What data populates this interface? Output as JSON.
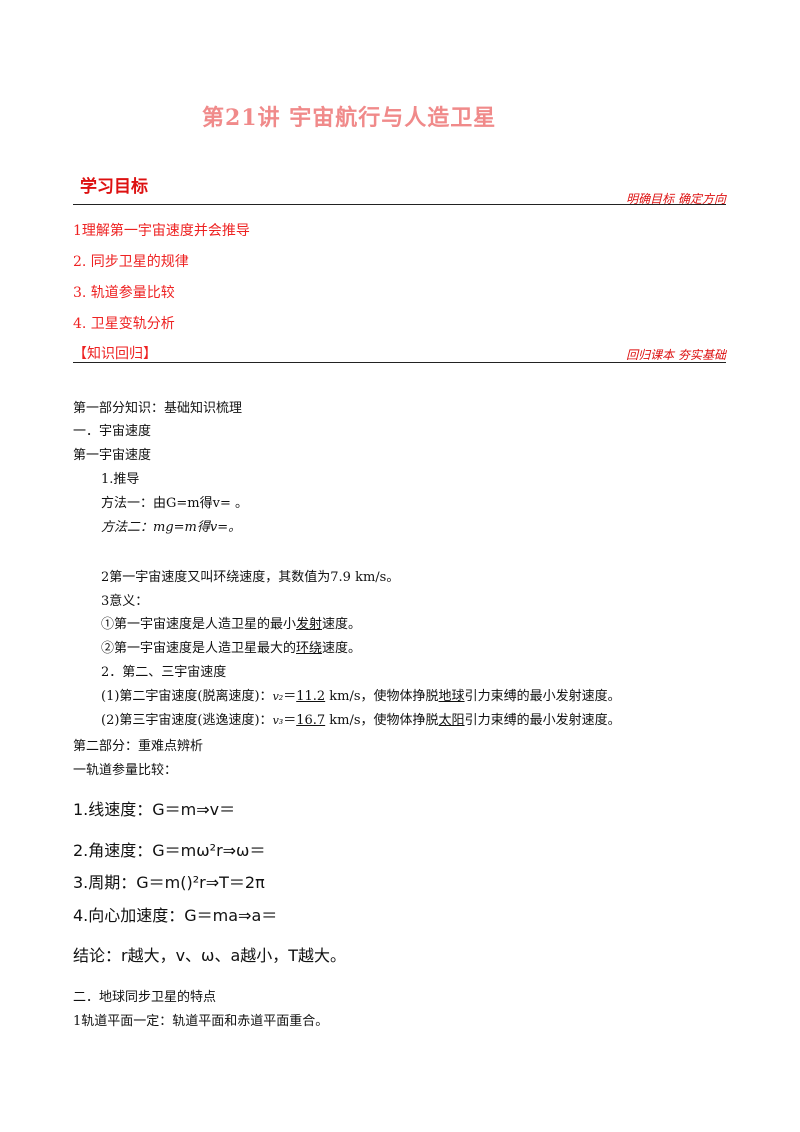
{
  "title": "第21讲  宇宙航行与人造卫星",
  "goals_section": {
    "heading": "学习目标",
    "slogan": "明确目标  确定方向",
    "items": [
      "1理解第一宇宙速度并会推导",
      "2. 同步卫星的规律",
      "3. 轨道参量比较",
      "4. 卫星变轨分析"
    ]
  },
  "review_section": {
    "heading": "【知识回归】",
    "slogan": "回归课本  夯实基础"
  },
  "content": {
    "part1": "第一部分知识：基础知识梳理",
    "sec1": "一．宇宙速度",
    "first_speed": "第一宇宙速度",
    "derive": "1.推导",
    "method1": "方法一：由G=m得v=  。",
    "method2": "方法二：mg=m得v=。",
    "def": "2第一宇宙速度又叫环绕速度，其数值为7.9 km/s。",
    "meaning": "3意义：",
    "m1_a": "①第一宇宙速度是人造卫星的最小",
    "m1_u": "发射",
    "m1_b": "速度。",
    "m2_a": "②第一宇宙速度是人造卫星最大的",
    "m2_u": "环绕",
    "m2_b": "速度。",
    "second_third": "2．第二、三宇宙速度",
    "v2_a": "(1)第二宇宙速度(脱离速度)：",
    "v2_sym": "v₂",
    "v2_eq": "＝",
    "v2_val": "11.2",
    "v2_b": " km/s，使物体挣脱",
    "v2_u": "地球",
    "v2_c": "引力束缚的最小发射速度。",
    "v3_a": "(2)第三宇宙速度(逃逸速度)：",
    "v3_sym": "v₃",
    "v3_eq": "＝",
    "v3_val": "16.7",
    "v3_b": " km/s，使物体挣脱",
    "v3_u": "太阳",
    "v3_c": "引力束缚的最小发射速度。",
    "part2": "第二部分：重难点辨析",
    "orbit_compare": "一轨道参量比较：",
    "f1": "1.线速度：G＝m⇒v＝",
    "f2": "2.角速度：G＝mω²r⇒ω＝",
    "f3": "3.周期：G＝m()²r⇒T＝2π",
    "f4": "4.向心加速度：G＝ma⇒a＝",
    "conclusion": "结论：r越大，v、ω、a越小，T越大。",
    "sec2": "二．地球同步卫星的特点",
    "sync1": "1轨道平面一定：轨道平面和赤道平面重合。"
  },
  "colors": {
    "accent": "#e22222",
    "title": "#f08a8a"
  }
}
